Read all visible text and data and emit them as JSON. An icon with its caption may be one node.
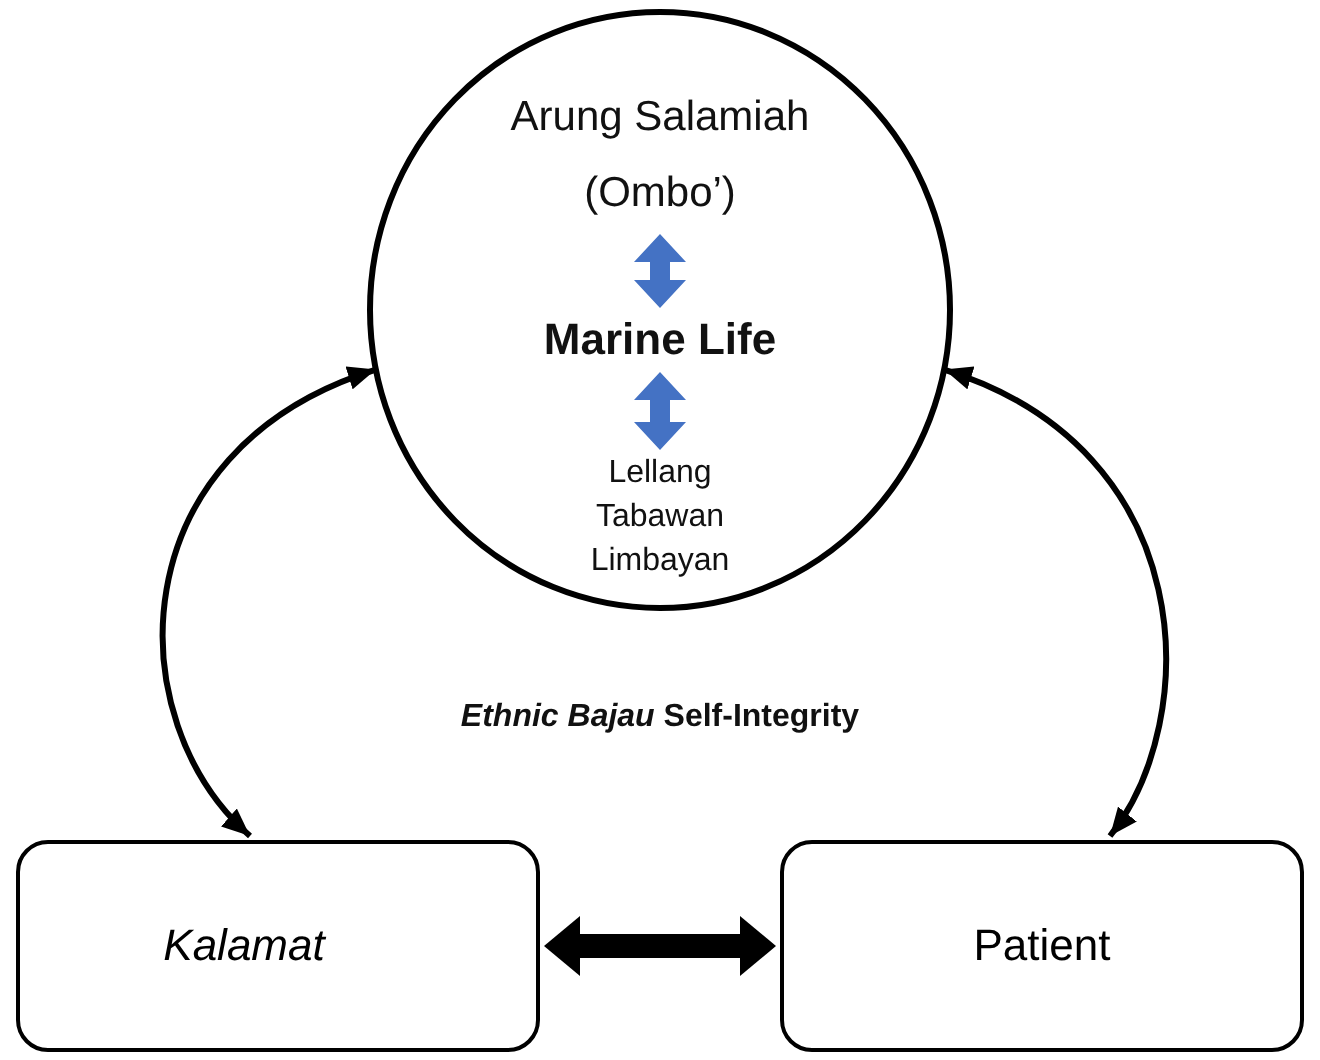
{
  "diagram": {
    "nodes": [
      {
        "text": [],
        "shape": "circle"
      },
      {
        "text": [
          "Arung Salamiah (Ombo’)"
        ],
        "in": 0
      },
      {
        "text": [
          "Marine Life"
        ],
        "in": 0
      },
      {
        "text": [
          "Lellang Tabawan Limbayan"
        ],
        "in": 0
      },
      {
        "text": [
          "Kalamat"
        ]
      },
      {
        "text": [
          "Patient"
        ]
      }
    ],
    "edges": [
      {
        "from": 1,
        "to": 2,
        "arrow": "both",
        "color": "#4472c4"
      },
      {
        "from": 2,
        "to": 3,
        "arrow": "both",
        "color": "#4472c4"
      },
      {
        "from": 0,
        "to": 4,
        "arrow": "both"
      },
      {
        "from": 0,
        "to": 5,
        "arrow": "both"
      },
      {
        "from": 4,
        "to": 5,
        "arrow": "both",
        "style": "thick"
      }
    ],
    "labels": [
      "*Ethnic Bajau* Self-Integrity"
    ]
  }
}
